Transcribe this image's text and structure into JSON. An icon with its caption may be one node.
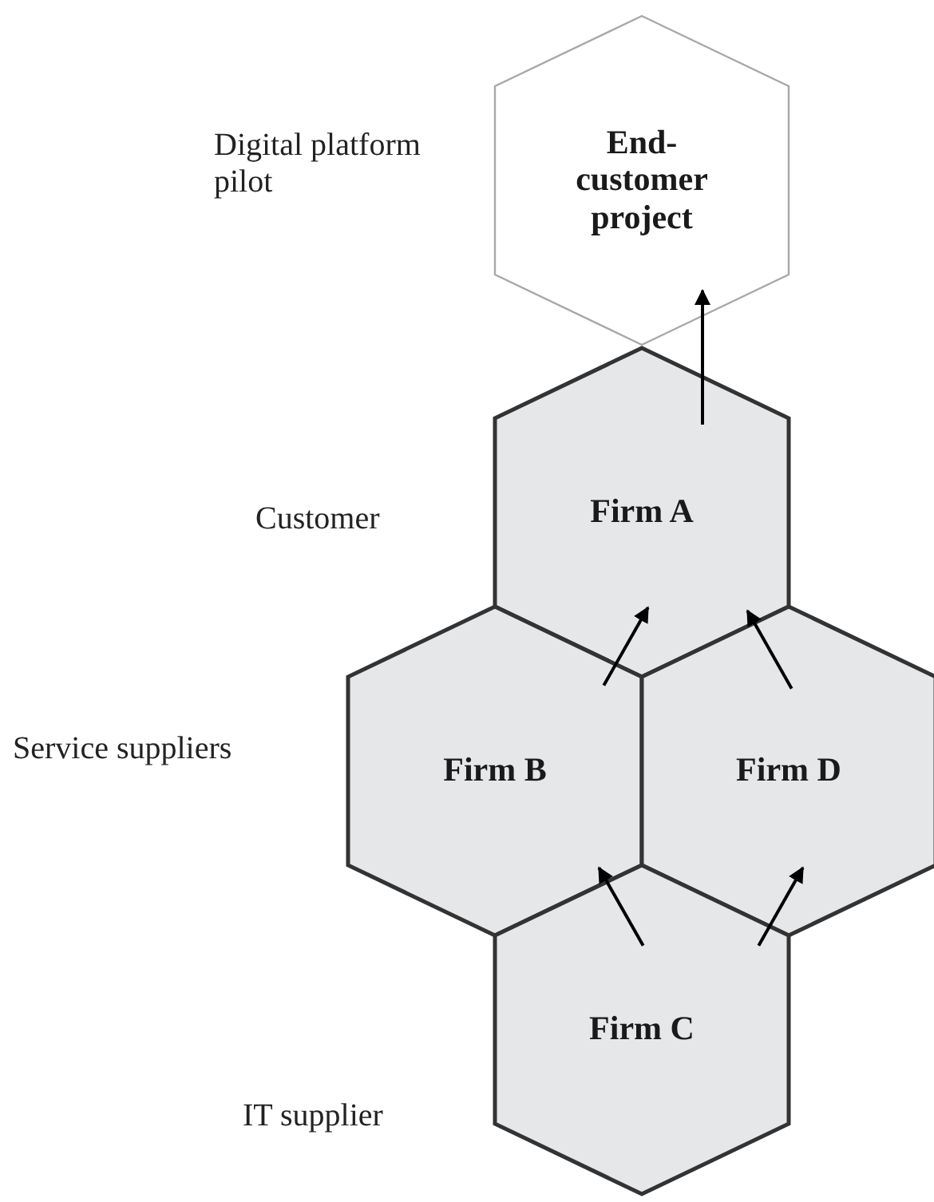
{
  "diagram": {
    "nodes": [
      {
        "text": [
          "End-customer project"
        ]
      },
      {
        "text": [
          "Firm A"
        ]
      },
      {
        "text": [
          "Firm B"
        ]
      },
      {
        "text": [
          "Firm D"
        ]
      },
      {
        "text": [
          "Firm C"
        ]
      }
    ],
    "edges": [
      {
        "from": 1,
        "to": 0,
        "arrow": "to"
      },
      {
        "from": 2,
        "to": 1,
        "arrow": "to"
      },
      {
        "from": 3,
        "to": 1,
        "arrow": "to"
      },
      {
        "from": 4,
        "to": 2,
        "arrow": "to"
      },
      {
        "from": 4,
        "to": 3,
        "arrow": "to"
      }
    ],
    "labels": [
      "Digital platform pilot",
      "Customer",
      "Service suppliers",
      "IT supplier"
    ]
  }
}
